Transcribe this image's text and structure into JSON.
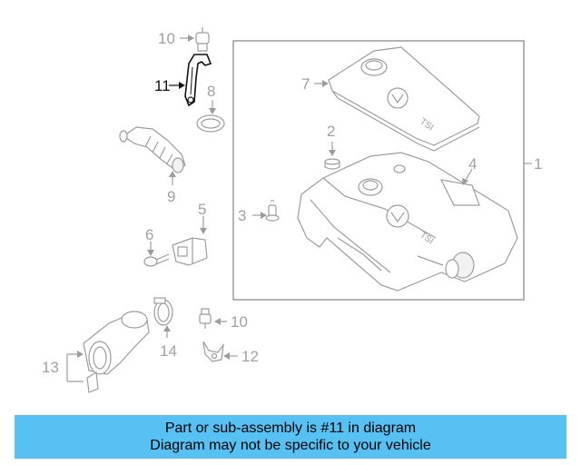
{
  "diagram": {
    "callouts": {
      "c1": "1",
      "c2": "2",
      "c3": "3",
      "c4": "4",
      "c5": "5",
      "c6": "6",
      "c7": "7",
      "c8": "8",
      "c9": "9",
      "c10a": "10",
      "c10b": "10",
      "c11": "11",
      "c12": "12",
      "c13": "13",
      "c14": "14"
    },
    "highlighted_part": "11",
    "colors": {
      "highlight": "#111111",
      "parts": "#9c9c9c",
      "banner": "#57c1f3"
    }
  },
  "banner": {
    "line1": "Part or sub-assembly is #11 in diagram",
    "line2": "Diagram may not be specific to your vehicle"
  }
}
